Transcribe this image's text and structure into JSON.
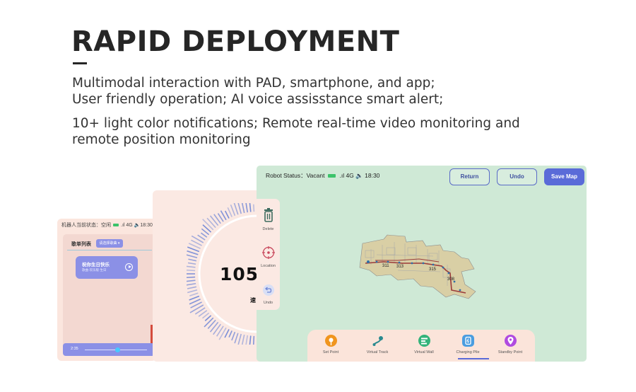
{
  "heading": {
    "title": "RAPID DEPLOYMENT",
    "para1_line1": "Multimodal interaction with PAD, smartphone, and app;",
    "para1_line2": "User friendly operation; AI voice assisstance smart alert;",
    "para2_line1": "10+ light color notifications; Remote real-time video monitoring and",
    "para2_line2": "remote position monitoring"
  },
  "phone_panel": {
    "status_label": "机器人当前状态：空闲",
    "status_network": ".ıl 4G",
    "status_time": "18:30",
    "list_title": "歌单列表",
    "dropdown_label": "请选择歌曲",
    "song_title": "祝你生日快乐",
    "song_subtitle": "歌曲·欢乐版·生日",
    "time_elapsed": "2:35"
  },
  "gauge_panel": {
    "value": "105",
    "cut_text": "速",
    "tools": [
      {
        "label": "Delete",
        "icon": "trash-icon"
      },
      {
        "label": "Location",
        "icon": "target-icon"
      },
      {
        "label": "Undo",
        "icon": "undo-icon"
      }
    ]
  },
  "map_panel": {
    "status_label": "Robot Status：Vacant",
    "status_network": ".ıl 4G",
    "status_time": "18:30",
    "buttons": {
      "return": "Return",
      "undo": "Undo",
      "save": "Save Map"
    },
    "room_labels": [
      "311",
      "313",
      "315",
      "308"
    ],
    "toolbar": [
      {
        "label": "Set Point",
        "icon": "map-pin-icon",
        "color": "#f0951f"
      },
      {
        "label": "Virtual Track",
        "icon": "route-icon",
        "color": "#2a8a8f"
      },
      {
        "label": "Virtual Wall",
        "icon": "wall-icon",
        "color": "#34b37a"
      },
      {
        "label": "Charging Pile",
        "icon": "charger-icon",
        "color": "#4a9de0"
      },
      {
        "label": "Standby Point",
        "icon": "standby-pin-icon",
        "color": "#b04be0"
      }
    ],
    "active_tool": "Virtual Wall"
  },
  "colors": {
    "map_bg": "#cfe9d6",
    "panel_pink": "#fbe9e3",
    "accent": "#5a6bd8",
    "gauge_blue": "#6f86d6"
  }
}
